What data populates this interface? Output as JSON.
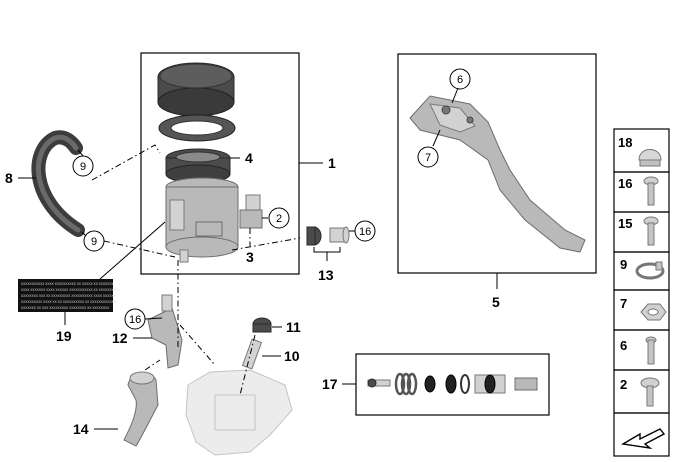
{
  "callouts": {
    "c1": "1",
    "c2": "2",
    "c3": "3",
    "c4": "4",
    "c5": "5",
    "c6": "6",
    "c7": "7",
    "c8": "8",
    "c9a": "9",
    "c9b": "9",
    "c10": "10",
    "c11": "11",
    "c12": "12",
    "c13": "13",
    "c14": "14",
    "c16a": "16",
    "c16b": "16",
    "c17": "17",
    "c19": "19"
  },
  "sidebar": {
    "items": [
      {
        "label": "18",
        "icon": "cap-nut-icon"
      },
      {
        "label": "16",
        "icon": "pan-head-screw-icon"
      },
      {
        "label": "15",
        "icon": "screw-icon"
      },
      {
        "label": "9",
        "icon": "hose-clamp-icon"
      },
      {
        "label": "7",
        "icon": "hex-nut-icon"
      },
      {
        "label": "6",
        "icon": "pin-bolt-icon"
      },
      {
        "label": "2",
        "icon": "flange-screw-icon"
      }
    ],
    "nav_icon": "arrow-icon"
  },
  "warning_label": {
    "line1": "XXXXXXXXXXX XXXX XXXXXXXXXX XX XXXXX XX XXXXXXX",
    "line2": "XXXX XXXXXXX XXXX XXXXXX XXXXXXXXXXX XX XXXXXXXXXX",
    "line3": "XXXXXXXX XXX XX XXXXXXXXX XXXXXXXXXX XXXX XXXXXX",
    "line4": "XXXXXXXXXX XXXX XX XX XXXXXXXXXX XX XXXXXXXXXXXXX",
    "line5": "XXXXXXX XX XXX XXXXXXXXX XXXXXXXX XX XXXXXXXX"
  },
  "colors": {
    "part_gray": "#b9b9b9",
    "part_dark": "#4b4b4b",
    "ghost": "#ececec",
    "line": "#000000"
  }
}
